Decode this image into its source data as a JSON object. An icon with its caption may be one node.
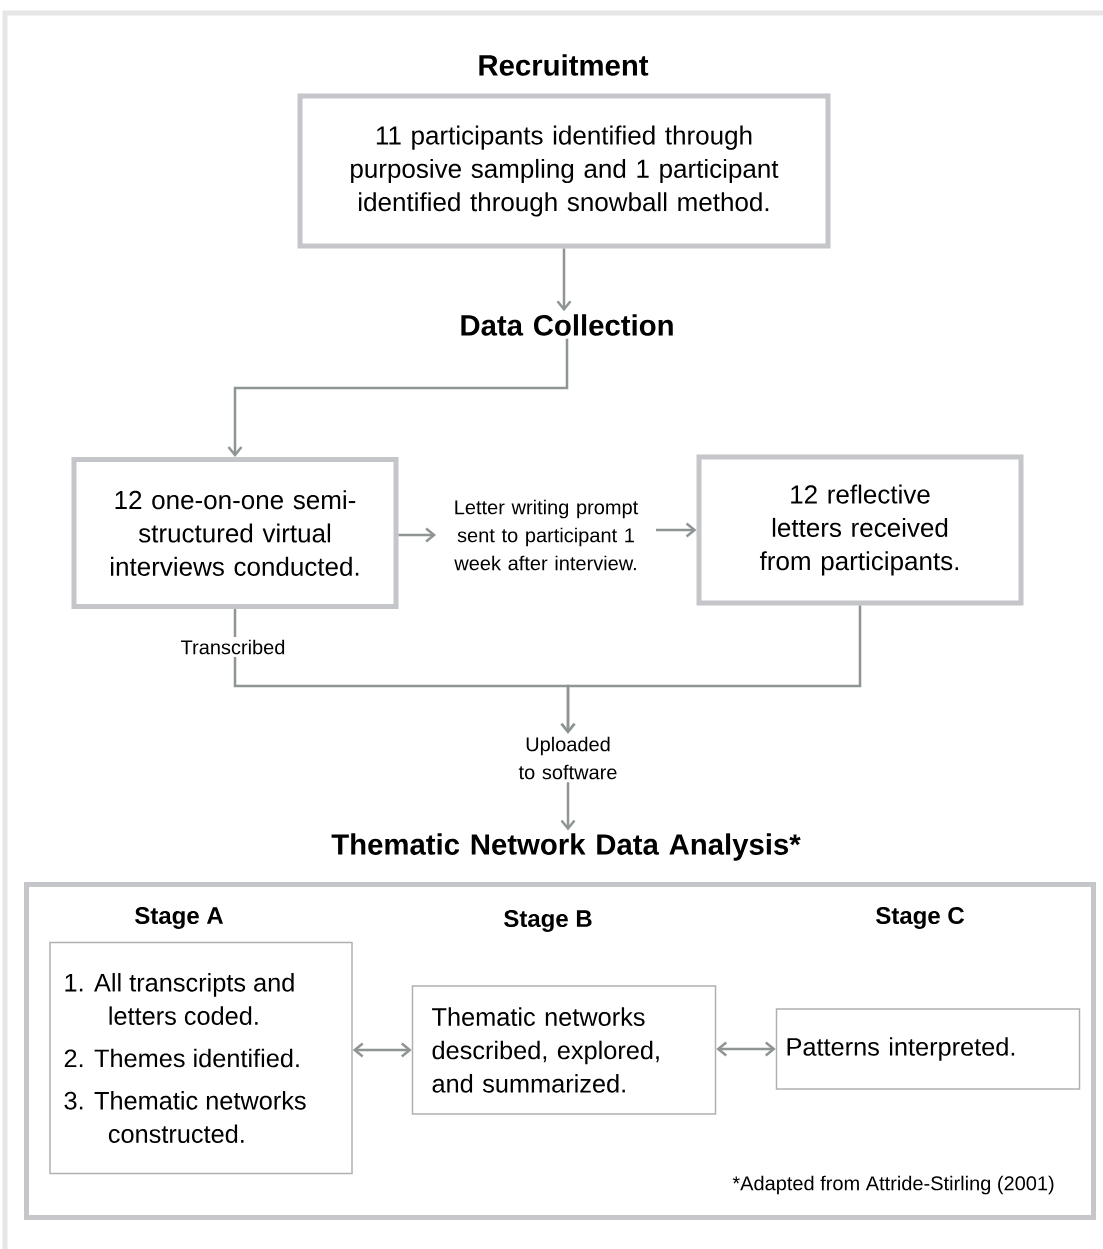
{
  "diagram": {
    "nodes": [
      {
        "text": [
          "Recruitment",
          "11 participants identified through purposive sampling and 1 participant identified through snowball method."
        ]
      },
      {
        "text": [
          "Data Collection"
        ]
      },
      {
        "text": [
          "12 one-on-one semi-structured virtual interviews conducted."
        ]
      },
      {
        "text": [
          "Letter writing prompt sent to participant 1 week after interview."
        ]
      },
      {
        "text": [
          "12 reflective letters received from participants."
        ]
      },
      {
        "text": [
          "Uploaded to software"
        ]
      },
      {
        "text": [
          "Thematic Network Data Analysis*"
        ]
      },
      {
        "text": [
          "*Adapted from Attride-Stirling (2001)"
        ]
      },
      {
        "text": [
          "Stage A",
          "1. All transcripts and letters coded.",
          "2. Themes identified.",
          "3. Thematic networks constructed."
        ],
        "in": 7
      },
      {
        "text": [
          "Stage B",
          "Thematic networks described, explored, and summarized."
        ],
        "in": 7
      },
      {
        "text": [
          "Stage C",
          "Patterns interpreted."
        ],
        "in": 7
      }
    ],
    "edges": [
      {
        "from": 0,
        "to": 1,
        "arrow": "to"
      },
      {
        "from": 1,
        "to": 2,
        "arrow": "to"
      },
      {
        "from": 2,
        "to": 3,
        "arrow": "to"
      },
      {
        "from": 3,
        "to": 4,
        "arrow": "to"
      },
      {
        "from": 2,
        "to": 5,
        "arrow": "to",
        "label": "Transcribed"
      },
      {
        "from": 4,
        "to": 5,
        "arrow": "to"
      },
      {
        "from": 5,
        "to": 6,
        "arrow": "to"
      },
      {
        "from": 8,
        "to": 9,
        "arrow": "both"
      },
      {
        "from": 9,
        "to": 10,
        "arrow": "both"
      }
    ]
  }
}
